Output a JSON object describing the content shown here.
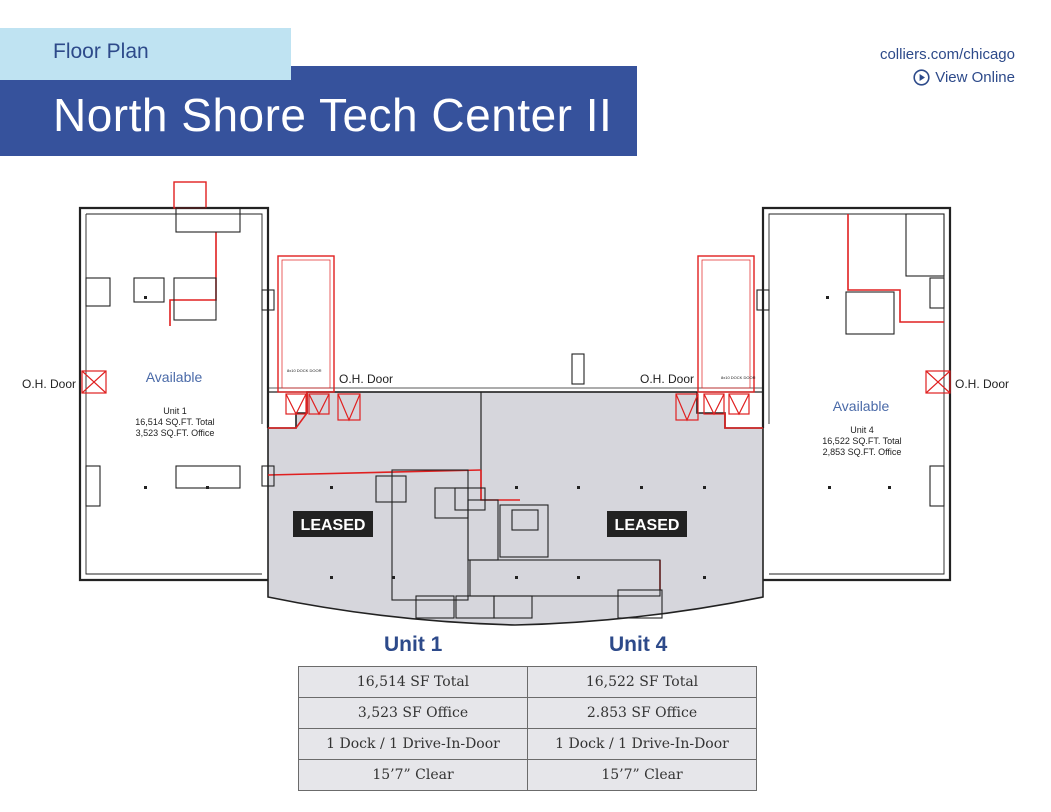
{
  "header": {
    "tag": "Floor Plan",
    "title": "North Shore Tech Center II",
    "website": "colliers.com/chicago",
    "view_online": "View Online"
  },
  "plan": {
    "left_door": "O.H. Door",
    "center_left_door": "O.H. Door",
    "center_right_door": "O.H. Door",
    "right_door": "O.H. Door",
    "dock_door_left": "8x10 DOCK DOOR",
    "dock_door_right": "8x10 DOCK DOOR",
    "unit1": {
      "status": "Available",
      "name": "Unit 1",
      "total": "16,514 SQ.FT. Total",
      "office": "3,523 SQ.FT. Office"
    },
    "unit4": {
      "status": "Available",
      "name": "Unit 4",
      "total": "16,522 SQ.FT. Total",
      "office": "2,853 SQ.FT. Office"
    },
    "leased_left": "LEASED",
    "leased_right": "LEASED"
  },
  "specs": {
    "unit1_heading": "Unit 1",
    "unit4_heading": "Unit 4",
    "rows": [
      [
        "16,514 SF Total",
        "16,522 SF Total"
      ],
      [
        "3,523 SF Office",
        "2.853 SF Office"
      ],
      [
        "1 Dock / 1 Drive-In-Door",
        "1 Dock / 1 Drive-In-Door"
      ],
      [
        "15’7” Clear",
        "15’7” Clear"
      ]
    ]
  },
  "colors": {
    "brand_blue": "#36529c",
    "light_blue": "#bfe3f2",
    "leased_fill": "#d6d6dc",
    "plan_red": "#e02020"
  }
}
